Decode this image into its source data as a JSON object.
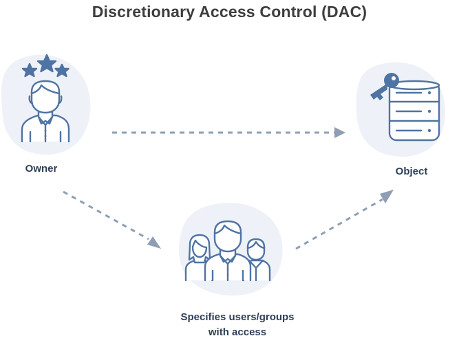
{
  "title": "Discretionary Access Control (DAC)",
  "nodes": {
    "owner": {
      "label": "Owner"
    },
    "object": {
      "label": "Object"
    },
    "users": {
      "label_line1": "Specifies users/groups",
      "label_line2": "with access"
    }
  },
  "colors": {
    "icon_stroke": "#4f73a3",
    "icon_fill": "#ffffff",
    "blob": "#eef2f8",
    "arrow": "#8f9eb4",
    "title": "#3d3d3d",
    "label": "#2e3e56"
  }
}
